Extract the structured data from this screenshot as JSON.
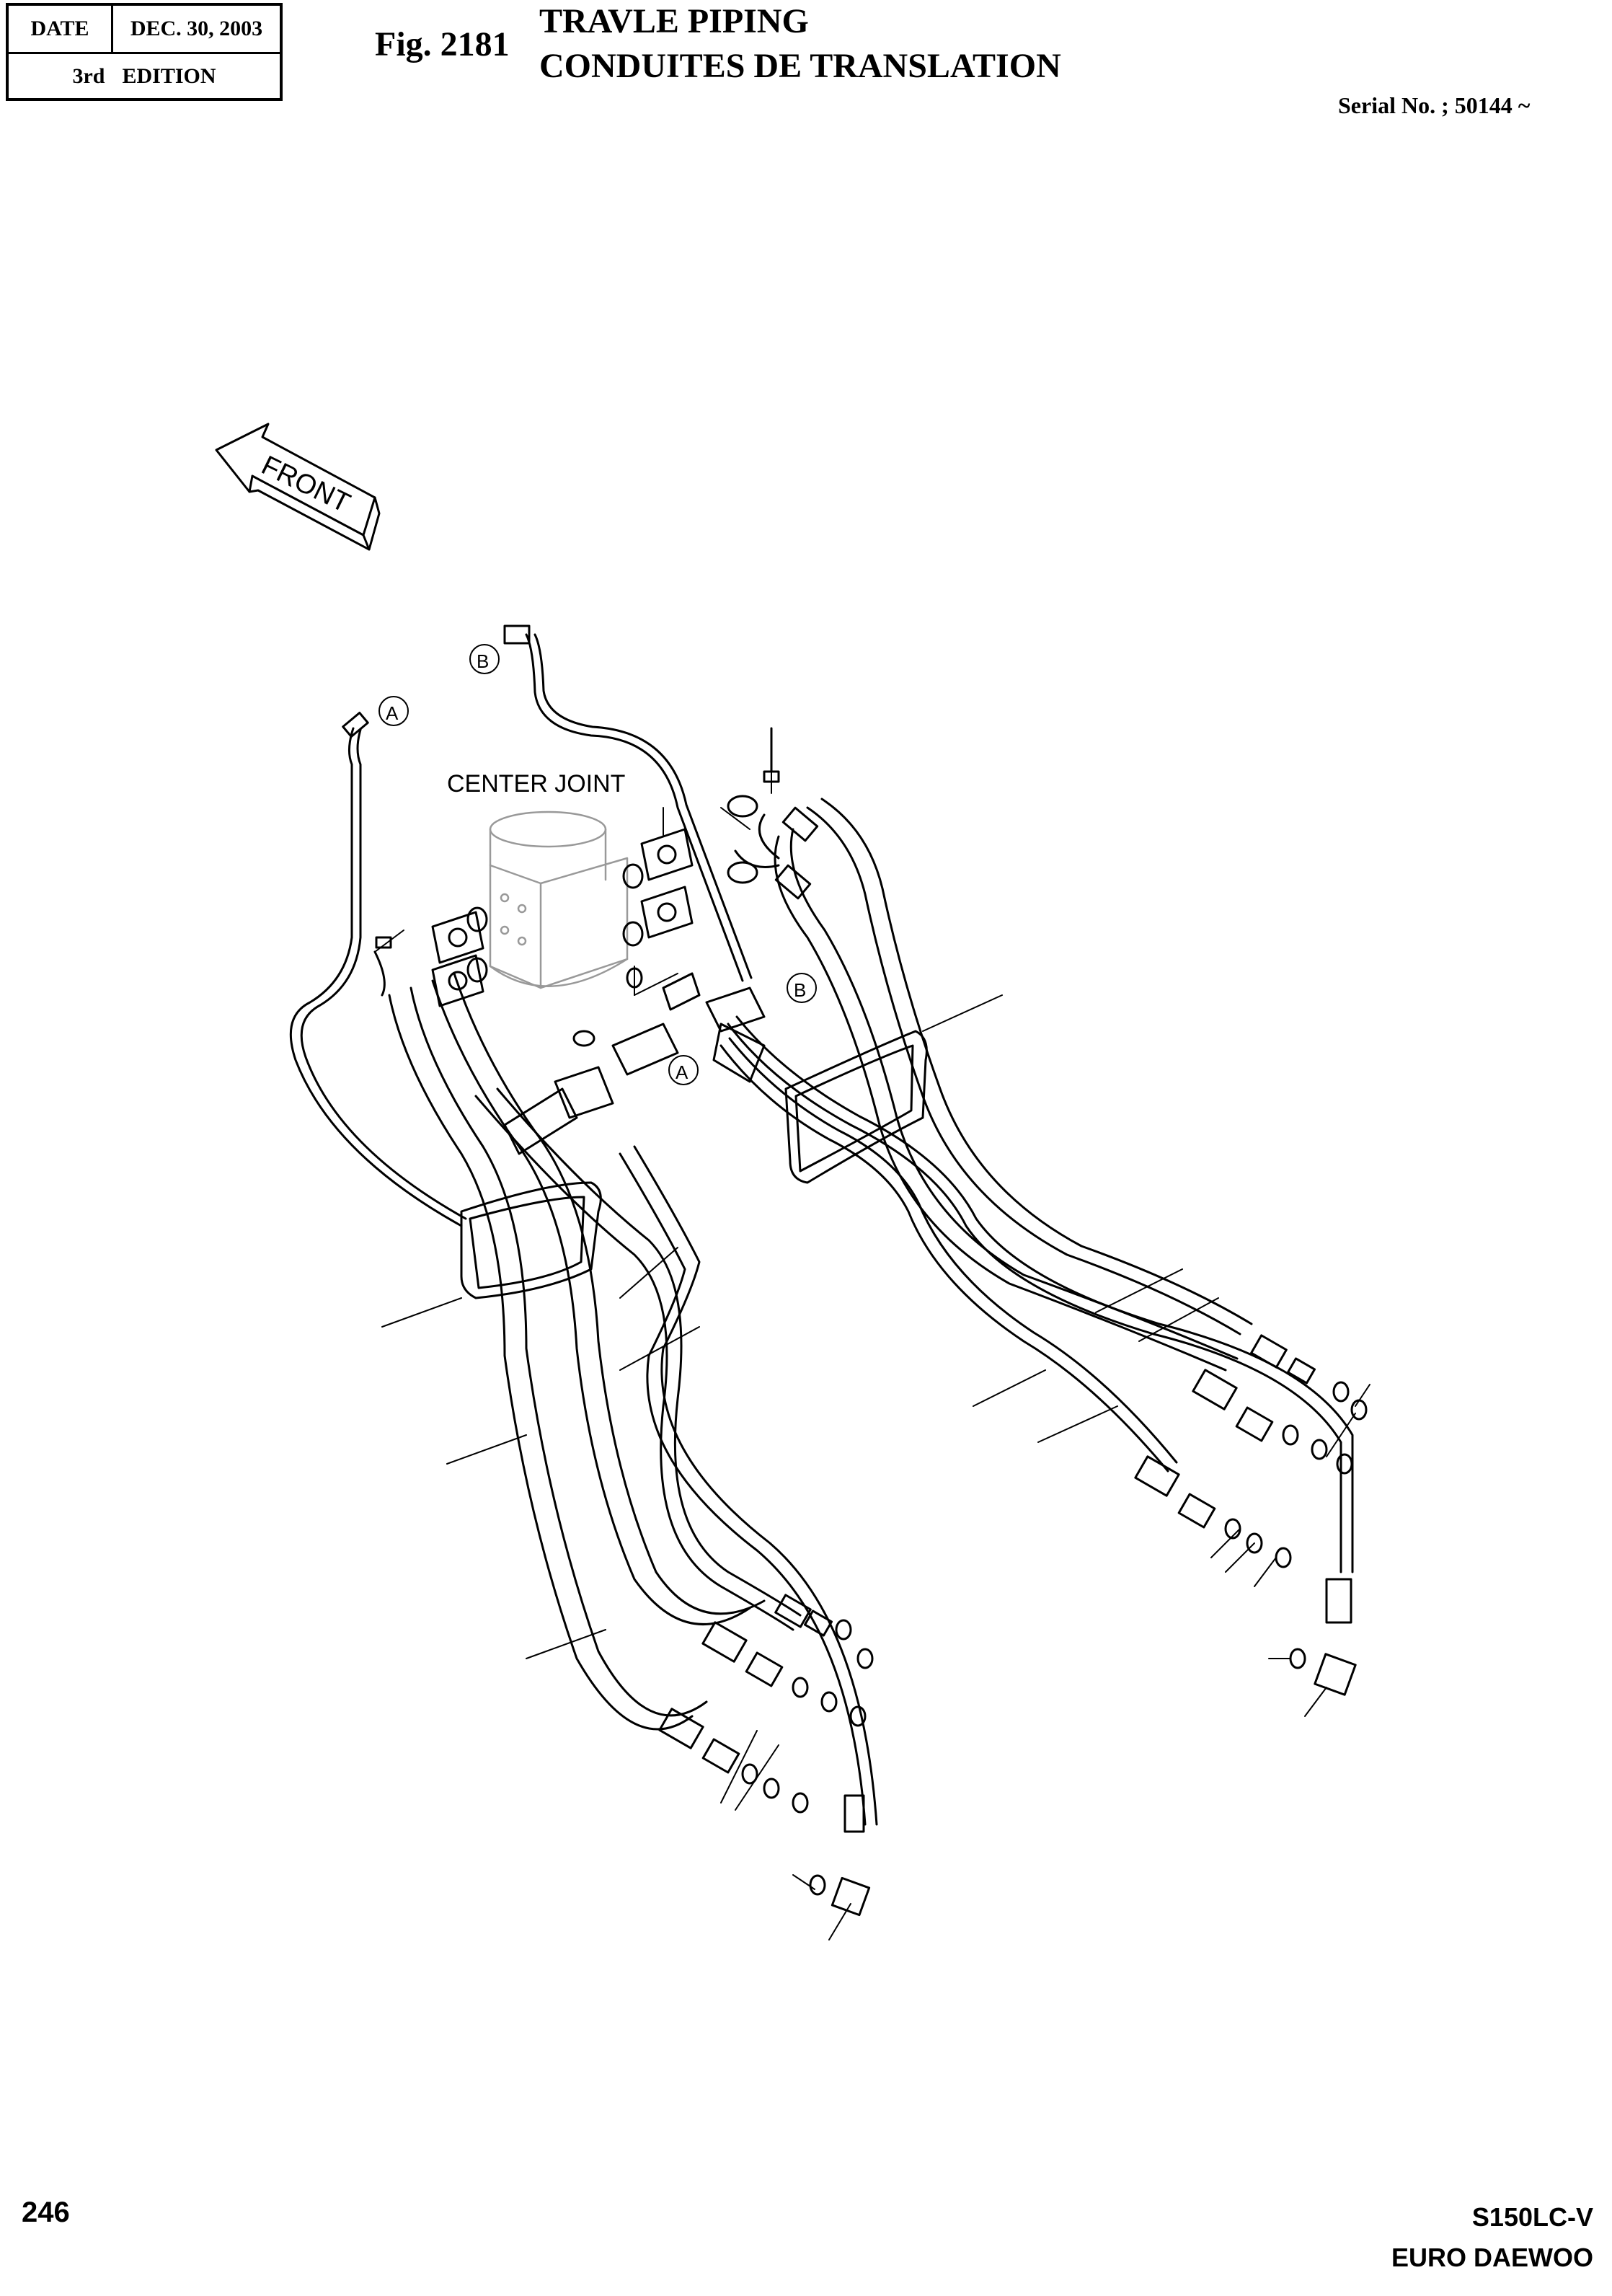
{
  "header": {
    "date_label": "DATE",
    "date_value": "DEC. 30, 2003",
    "edition_num": "3rd",
    "edition_label": "EDITION"
  },
  "figure": {
    "number": "Fig. 2181",
    "title_en": "TRAVLE PIPING",
    "title_fr": "CONDUITES DE TRANSLATION",
    "serial": "Serial No. ; 50144 ~"
  },
  "drawing": {
    "front_label": "FRONT",
    "center_joint_label": "CENTER JOINT",
    "callout_a": "A",
    "callout_b": "B"
  },
  "footer": {
    "page_number": "246",
    "model": "S150LC-V",
    "brand": "EURO DAEWOO"
  }
}
